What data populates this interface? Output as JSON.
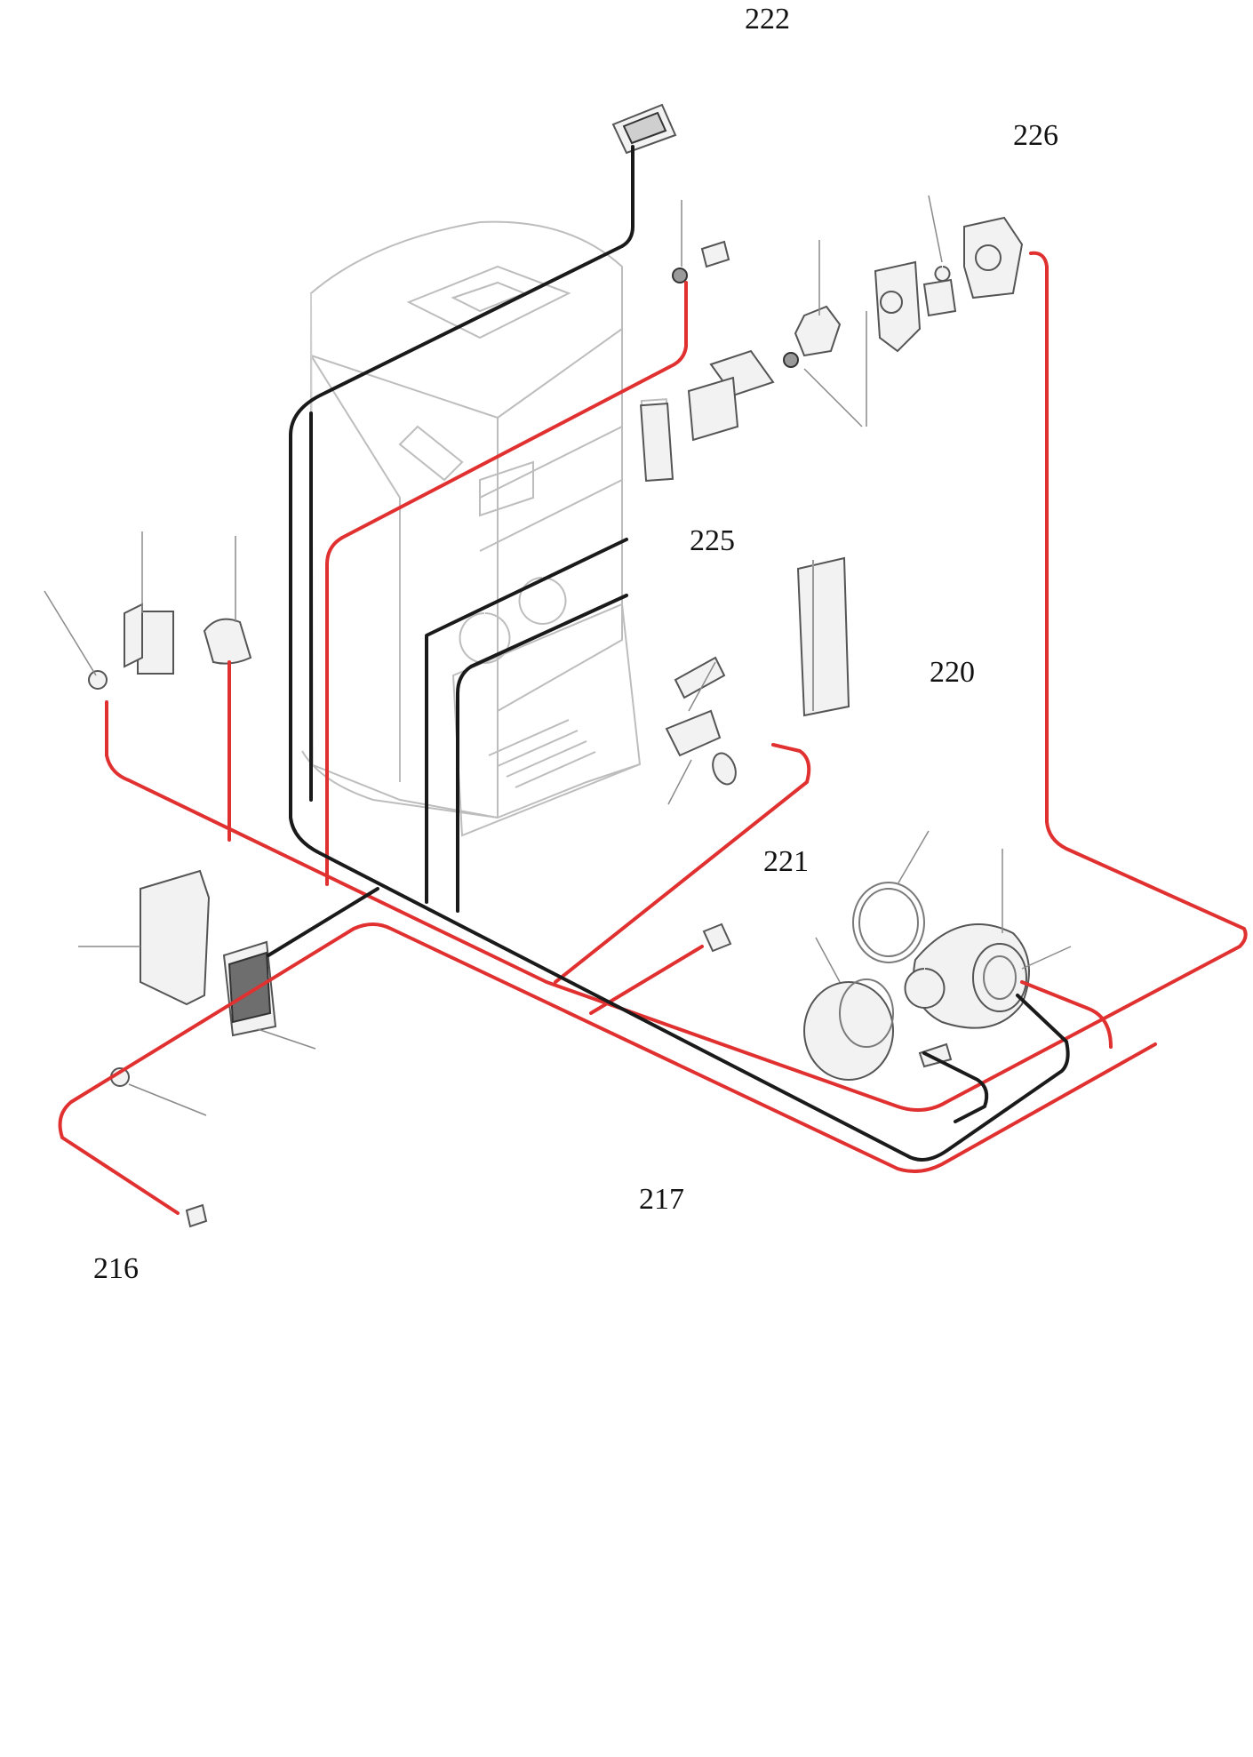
{
  "labels": {
    "l222": "222",
    "l226": "226",
    "l225": "225",
    "l220": "220",
    "l221": "221",
    "l217": "217",
    "l216": "216"
  },
  "colors": {
    "wire_red": "#e03030",
    "wire_black": "#1a1a1a",
    "outline": "#bdbdbd"
  }
}
